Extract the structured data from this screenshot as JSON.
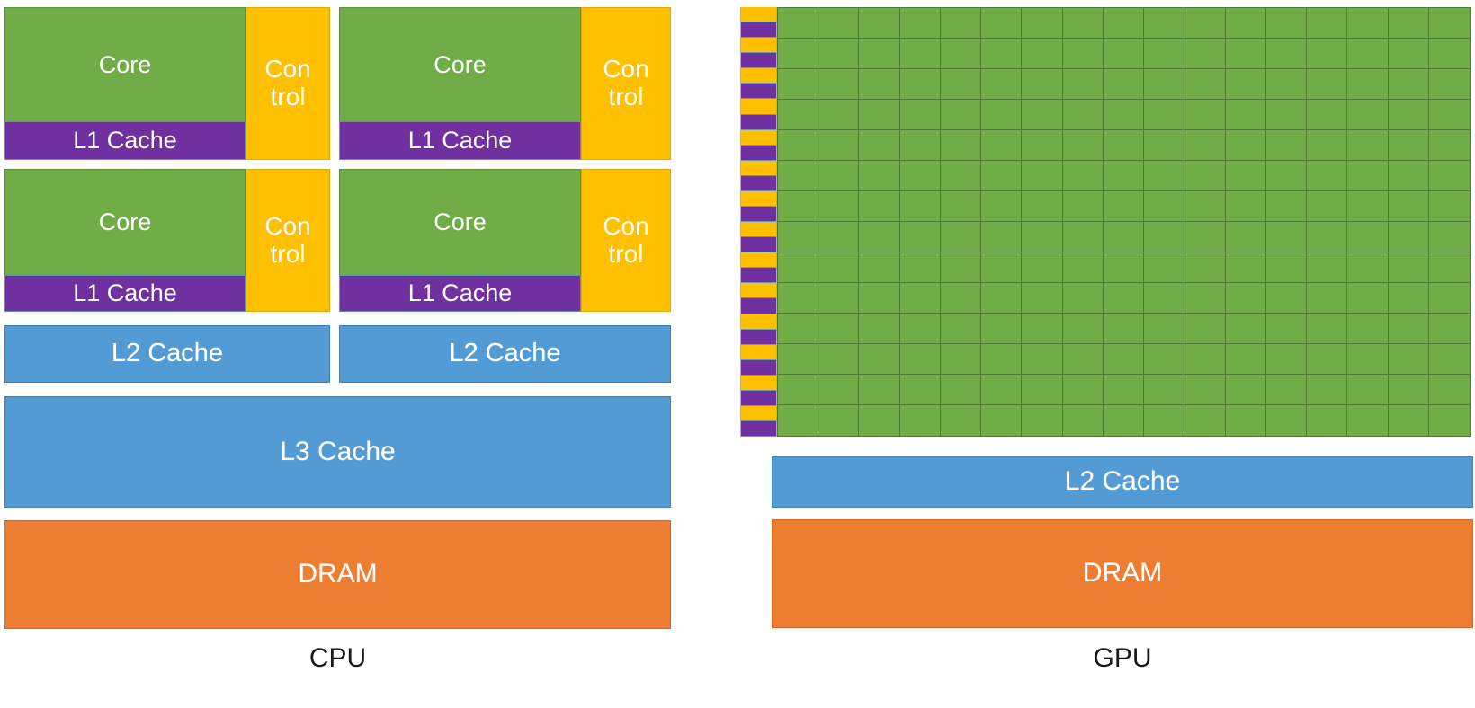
{
  "diagram": {
    "title_cpu": "CPU",
    "title_gpu": "GPU",
    "colors": {
      "core_green": "#70AD47",
      "cache_purple": "#7030A0",
      "control_yellow": "#FFC000",
      "cache_blue": "#539BD4",
      "dram_orange": "#ED7D31",
      "label_black": "#1a1a1a",
      "background": "#ffffff"
    }
  },
  "cpu": {
    "caption": "CPU",
    "cores": [
      {
        "core_label": "Core",
        "l1_label": "L1 Cache",
        "control_label": "Con\ntrol"
      },
      {
        "core_label": "Core",
        "l1_label": "L1 Cache",
        "control_label": "Con\ntrol"
      },
      {
        "core_label": "Core",
        "l1_label": "L1 Cache",
        "control_label": "Con\ntrol"
      },
      {
        "core_label": "Core",
        "l1_label": "L1 Cache",
        "control_label": "Con\ntrol"
      }
    ],
    "l2_caches": [
      {
        "label": "L2 Cache"
      },
      {
        "label": "L2 Cache"
      }
    ],
    "l3_cache": {
      "label": "L3 Cache"
    },
    "dram": {
      "label": "DRAM"
    }
  },
  "gpu": {
    "caption": "GPU",
    "stripe_pairs": 14,
    "stripe_sequence": [
      "control",
      "cache"
    ],
    "grid": {
      "columns": 17,
      "rows": 14,
      "cell_label": ""
    },
    "l2_cache": {
      "label": "L2 Cache"
    },
    "dram": {
      "label": "DRAM"
    }
  }
}
